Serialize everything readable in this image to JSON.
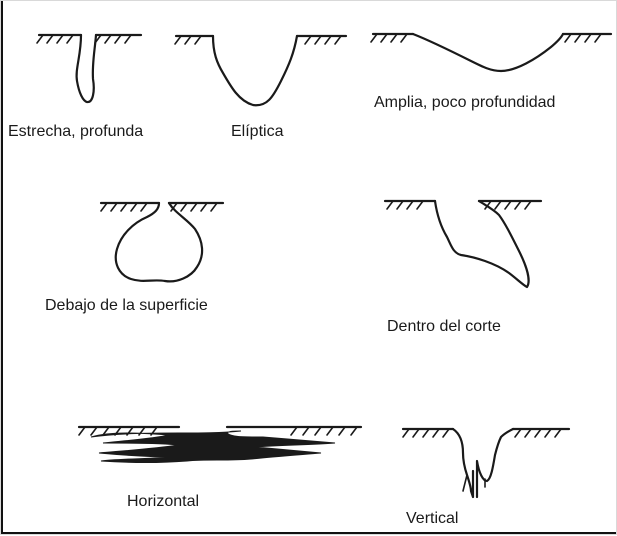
{
  "labels": {
    "narrow_deep": "Estrecha, profunda",
    "elliptical": "Elíptica",
    "wide_shallow": "Amplia, poco profundidad",
    "subsurface": "Debajo de la superficie",
    "undercut": "Dentro del corte",
    "horizontal": "Horizontal",
    "vertical": "Vertical"
  }
}
